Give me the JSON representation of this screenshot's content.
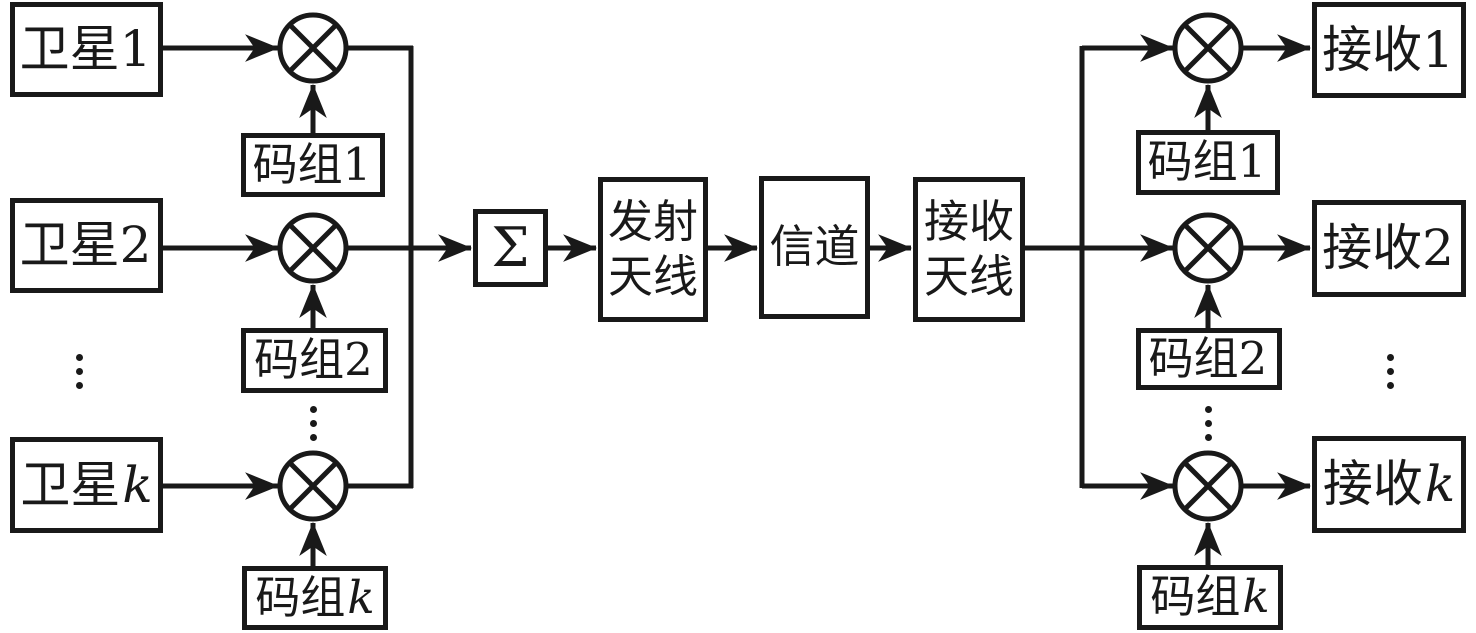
{
  "diagram_title": "cdma-satellite-link-block-diagram",
  "colors": {
    "ink": "#191919",
    "background": "#ffffff"
  },
  "ellipsis": "⋮",
  "transmit_side": {
    "sources": [
      {
        "text": "卫星1",
        "var": ""
      },
      {
        "text": "卫星2",
        "var": ""
      },
      {
        "text": "卫星",
        "var": "k"
      }
    ],
    "codes": [
      {
        "text": "码组1",
        "var": ""
      },
      {
        "text": "码组2",
        "var": ""
      },
      {
        "text": "码组",
        "var": "k"
      }
    ]
  },
  "link_chain": {
    "sum": "Σ",
    "transmit_antenna": "发射\n天线",
    "channel": "信道",
    "receive_antenna": "接收\n天线"
  },
  "receive_side": {
    "codes": [
      {
        "text": "码组1",
        "var": ""
      },
      {
        "text": "码组2",
        "var": ""
      },
      {
        "text": "码组",
        "var": "k"
      }
    ],
    "sinks": [
      {
        "text": "接收1",
        "var": ""
      },
      {
        "text": "接收2",
        "var": ""
      },
      {
        "text": "接收",
        "var": "k"
      }
    ]
  }
}
